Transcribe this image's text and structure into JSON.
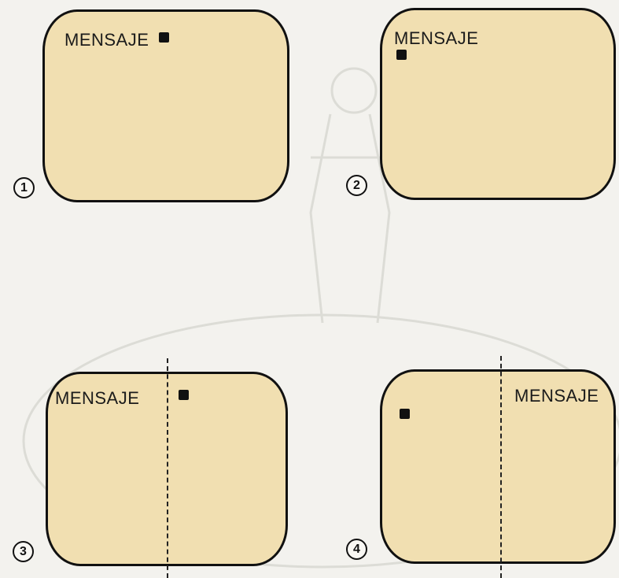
{
  "panels": [
    {
      "number": "1",
      "label": "MENSAJE"
    },
    {
      "number": "2",
      "label": "MENSAJE"
    },
    {
      "number": "3",
      "label": "MENSAJE"
    },
    {
      "number": "4",
      "label": "MENSAJE"
    }
  ],
  "colors": {
    "screen": "#f1dfb1",
    "outline": "#111111",
    "background": "#f3f2ee"
  }
}
